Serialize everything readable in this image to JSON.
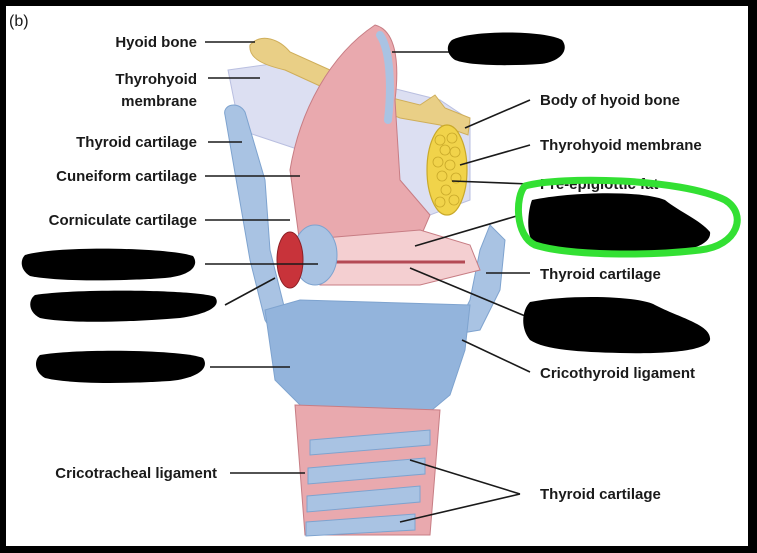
{
  "panel_label": "(b)",
  "labels": {
    "hyoid_bone": "Hyoid bone",
    "thyrohyoid_membrane_left_1": "Thyrohyoid",
    "thyrohyoid_membrane_left_2": "membrane",
    "thyroid_cartilage_left": "Thyroid cartilage",
    "cuneiform_cartilage": "Cuneiform cartilage",
    "corniculate_cartilage": "Corniculate cartilage",
    "cricotracheal_ligament": "Cricotracheal ligament",
    "body_of_hyoid_bone": "Body of hyoid bone",
    "thyrohyoid_membrane_right": "Thyrohyoid membrane",
    "pre_epiglottic_fat": "Pre-epiglottic fat",
    "thyroid_cartilage_right": "Thyroid cartilage",
    "cricothyroid_ligament": "Cricothyroid ligament",
    "thyroid_cartilage_lower": "Thyroid cartilage"
  },
  "colors": {
    "background": "#ffffff",
    "frame": "#000000",
    "cartilage_blue": "#a9c3e3",
    "cartilage_blue_dark": "#7ea3cf",
    "mucosa_pink": "#e9a9ae",
    "mucosa_light": "#f4cfd1",
    "hyoid_yellow": "#e9cf86",
    "fat_yellow": "#f1d34a",
    "membrane": "#d9dcf1",
    "red_cartilage": "#c8333a",
    "redaction": "#000000",
    "highlight_green": "#33e033"
  }
}
